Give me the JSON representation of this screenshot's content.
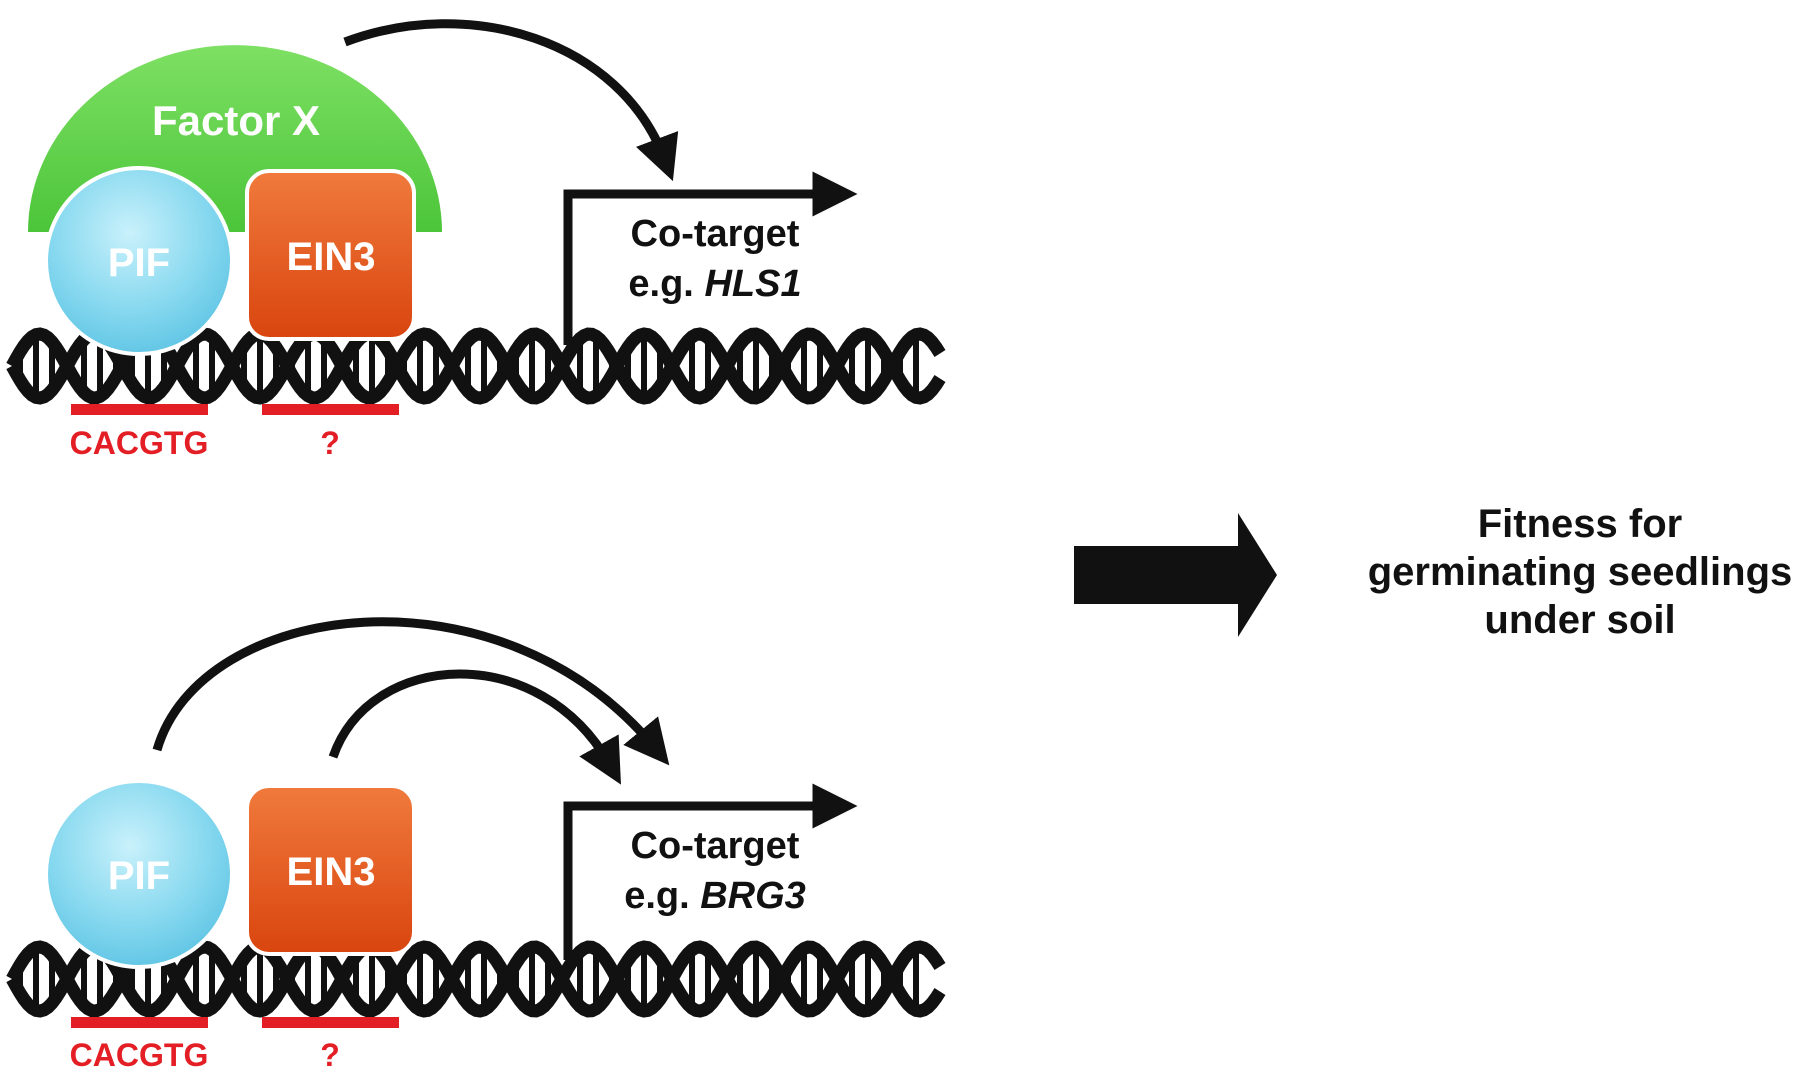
{
  "panel_top": {
    "factor_label": "Factor X",
    "pif_label": "PIF",
    "ein3_label": "EIN3",
    "cotarget_line1": "Co-target",
    "cotarget_prefix": "e.g. ",
    "cotarget_gene": "HLS1",
    "site1": "CACGTG",
    "site2": "?"
  },
  "panel_bottom": {
    "pif_label": "PIF",
    "ein3_label": "EIN3",
    "cotarget_line1": "Co-target",
    "cotarget_prefix": "e.g. ",
    "cotarget_gene": "BRG3",
    "site1": "CACGTG",
    "site2": "?"
  },
  "result": {
    "line1": "Fitness for",
    "line2": "germinating seedlings",
    "line3": "under soil"
  },
  "colors": {
    "factor_x": "#5fd24a",
    "pif": "#7fd3ea",
    "ein3": "#e8521c",
    "site_bar": "#e31e24",
    "dna": "#111111"
  }
}
